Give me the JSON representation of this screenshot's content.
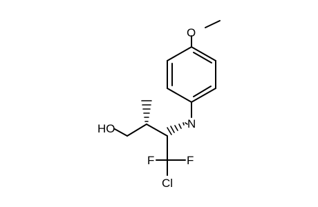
{
  "molecule": {
    "atoms": {
      "methoxy_o": "O",
      "nitrogen": "N",
      "hydroxyl": "HO",
      "fluorine_left": "F",
      "fluorine_right": "F",
      "chlorine": "Cl"
    }
  },
  "colors": {
    "bond": "#000000",
    "label": "#000000",
    "background": "#ffffff"
  }
}
